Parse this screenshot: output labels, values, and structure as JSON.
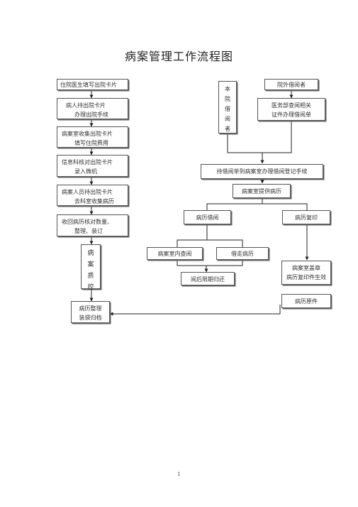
{
  "title": "病案管理工作流程图",
  "left_column": [
    {
      "lines": [
        "住院医生填写出院卡片"
      ]
    },
    {
      "lines": [
        "病人持出院卡片",
        "办理出院手续"
      ]
    },
    {
      "lines": [
        "病案室收集出院卡片",
        "填写住院费用"
      ]
    },
    {
      "lines": [
        "信息科核对出院卡片",
        "录入微机"
      ]
    },
    {
      "lines": [
        "病案人员持出院卡片",
        "去科室收集病历"
      ]
    },
    {
      "lines": [
        "收回病历核对数量、",
        "整理、装订"
      ]
    }
  ],
  "quality_control": [
    "病",
    "案",
    "质",
    "控"
  ],
  "archive": {
    "lines": [
      "病历整理",
      "装袋归档"
    ]
  },
  "internal_reader": [
    "本",
    "院",
    "借",
    "阅",
    "者"
  ],
  "external_reader": {
    "lines": [
      "院外借阅者"
    ]
  },
  "medical_dept": {
    "lines": [
      "医务部查阅相关",
      "证件办理借阅单"
    ]
  },
  "register": {
    "lines": [
      "持借阅单到病案室办理借阅登记手续"
    ]
  },
  "provide": {
    "lines": [
      "病案室提供病历"
    ]
  },
  "borrow": {
    "lines": [
      "病历借阅"
    ]
  },
  "copy": {
    "lines": [
      "病历复印"
    ]
  },
  "in_room": {
    "lines": [
      "病案室内查阅"
    ]
  },
  "take_out": {
    "lines": [
      "借走病历"
    ]
  },
  "return_box": {
    "lines": [
      "阅后限期归还"
    ]
  },
  "stamp": {
    "lines": [
      "病案室盖章",
      "病历复印件生效"
    ]
  },
  "original": {
    "lines": [
      "病历原件"
    ]
  },
  "page_number": "1"
}
